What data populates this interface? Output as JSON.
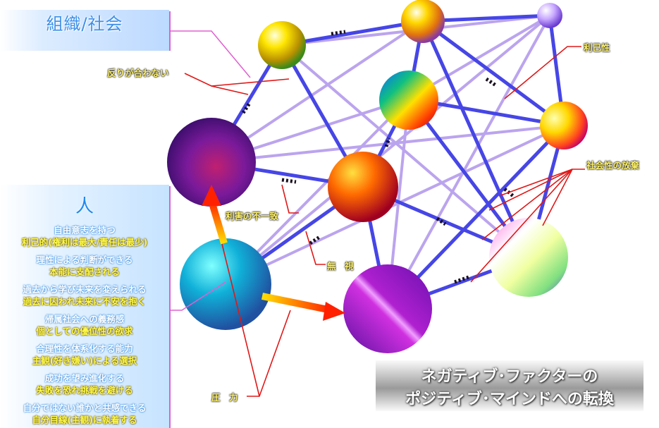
{
  "org": {
    "title": "組織/社会"
  },
  "person": {
    "title": "人",
    "traits": [
      {
        "positive": "自由意志を持つ",
        "negative": "利己的(権利は最大/責任は最少)"
      },
      {
        "positive": "理性による判断ができる",
        "negative": "本能に支配される"
      },
      {
        "positive": "過去から学び未来を変えられる",
        "negative": "過去に囚われ未来に不安を抱く"
      },
      {
        "positive": "帰属社会への義務感",
        "negative": "個としての優位性の欲求"
      },
      {
        "positive": "合理性を体系化する能力",
        "negative": "主観(好き嫌い)による選択"
      },
      {
        "positive": "成功を望み進化する",
        "negative": "失敗を恐れ挑戦を避ける"
      },
      {
        "positive": "自分ではない誰かと共感できる",
        "negative": "自分目線(主観)に執着する"
      }
    ]
  },
  "callouts": {
    "sori": "反りが合わない",
    "rikoshi": "利己性",
    "shakai": "社会性の放棄",
    "rigai": "利害の不一致",
    "mushi": "無　視",
    "atsuryoku": "圧　力"
  },
  "banner": {
    "line1": "ネガティブ･ファクターの",
    "line2": "ポジティブ･マインドへの転換"
  },
  "colors": {
    "org_title": "#3d8fe8",
    "person_title": "#1e88f0",
    "negative_text": "#fffb4a",
    "callout_text": "#fff26a",
    "callout_line": "#e01818",
    "bracket": "#e060d0",
    "edge_blue": "#4646e6",
    "edge_lavender": "#b8a0ee"
  }
}
